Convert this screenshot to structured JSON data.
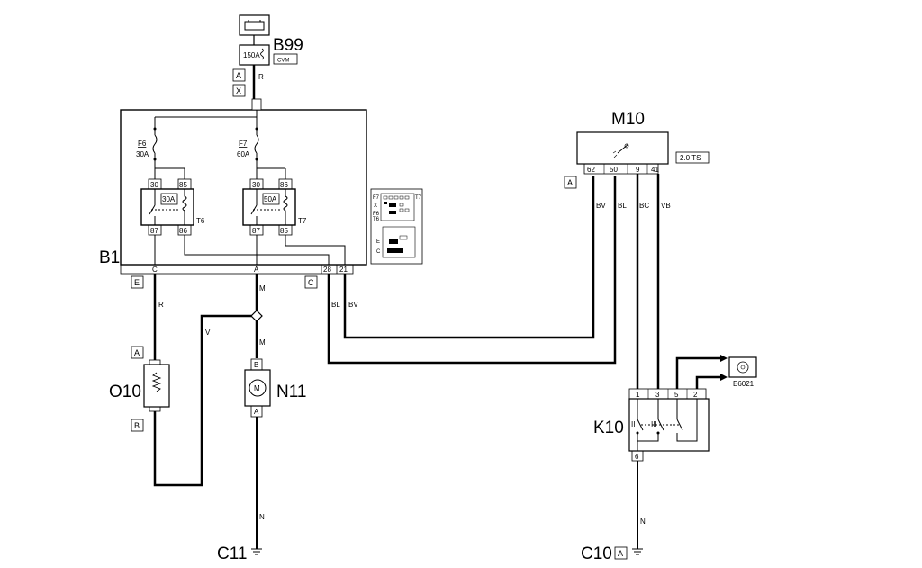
{
  "components": {
    "b99": {
      "label": "B99",
      "fuse": "150A",
      "tag": "CVM"
    },
    "b1": {
      "label": "B1"
    },
    "m10": {
      "label": "M10",
      "variant": "2.0 TS",
      "pins": [
        "62",
        "50",
        "9",
        "41"
      ]
    },
    "o10": {
      "label": "O10"
    },
    "n11": {
      "label": "N11",
      "symbol": "M"
    },
    "k10": {
      "label": "K10",
      "pins_top": [
        "1",
        "3",
        "5",
        "2"
      ],
      "pin_bottom": "6",
      "roman": [
        "II",
        "III"
      ]
    },
    "c11": {
      "label": "C11"
    },
    "c10": {
      "label": "C10",
      "connector": "A"
    },
    "e6021": {
      "label": "E6021"
    }
  },
  "fuses": {
    "f6": {
      "name": "F6",
      "rating": "30A"
    },
    "f7": {
      "name": "F7",
      "rating": "60A"
    }
  },
  "relays": {
    "t6": {
      "name": "T6",
      "rating": "30A",
      "pins_top": [
        "30",
        "85"
      ],
      "pins_bottom": [
        "87",
        "86"
      ]
    },
    "t7": {
      "name": "T7",
      "rating": "50A",
      "pins_top": [
        "30",
        "86"
      ],
      "pins_bottom": [
        "87",
        "85"
      ]
    }
  },
  "b1_pins": {
    "c": "C",
    "a": "A",
    "p28": "28",
    "p21": "21"
  },
  "connectors": {
    "a_top": "A",
    "x_top": "X",
    "e_left": "E",
    "c_mid": "C",
    "a_m10": "A",
    "a_o10": "A",
    "b_o10": "B",
    "b_n11": "B",
    "a_n11": "A"
  },
  "wire_colors": {
    "r_top": "R",
    "r_left": "R",
    "m_upper": "M",
    "m_lower": "M",
    "v": "V",
    "bl_b1": "BL",
    "bv_b1": "BV",
    "bv_m10": "BV",
    "bl_m10": "BL",
    "bc_m10": "BC",
    "vb_m10": "VB",
    "n_c11": "N",
    "n_c10": "N"
  },
  "inset": {
    "f7": "F7",
    "x": "X",
    "f6": "F6",
    "t6": "T6",
    "t7": "T7",
    "e": "E",
    "c": "C"
  }
}
